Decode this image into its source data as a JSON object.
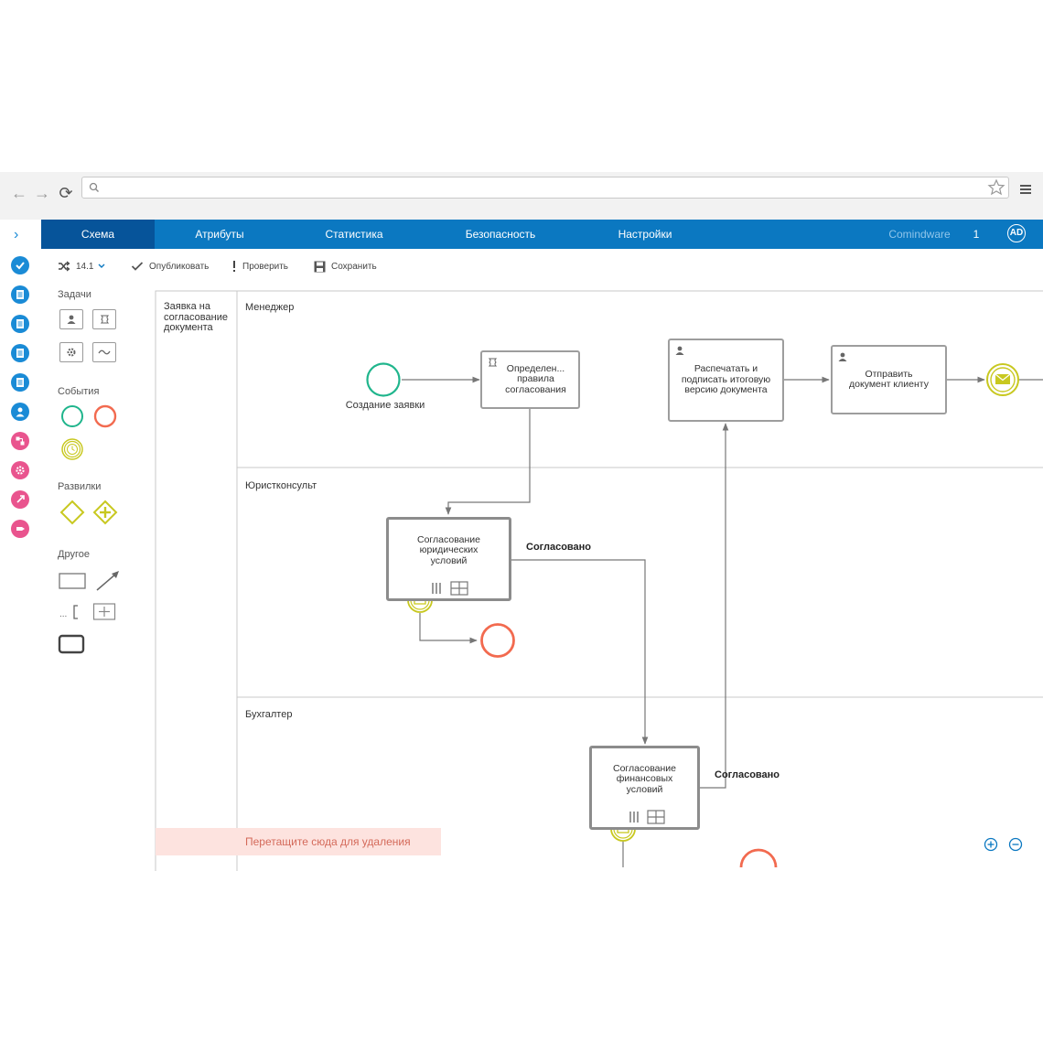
{
  "tabs": [
    {
      "label": "Схема"
    },
    {
      "label": "Атрибуты"
    },
    {
      "label": "Статистика"
    },
    {
      "label": "Безопасность"
    },
    {
      "label": "Настройки"
    }
  ],
  "header": {
    "brand": "Comindware",
    "counter": "1",
    "avatar": "AD"
  },
  "toolbar": {
    "version": "14.1",
    "publish": "Опубликовать",
    "check": "Проверить",
    "save": "Сохранить"
  },
  "palette": {
    "tasks": "Задачи",
    "events": "События",
    "gateways": "Развилки",
    "other": "Другое"
  },
  "pool": {
    "title": "Заявка на согласование документа"
  },
  "lanes": [
    {
      "label": "Менеджер"
    },
    {
      "label": "Юристконсульт"
    },
    {
      "label": "Бухгалтер"
    }
  ],
  "diagram": {
    "start_label": "Создание заявки",
    "task_rules": "Определен... правила согласования",
    "task_print": "Распечатать и подписать итоговую версию документа",
    "task_send": "Отправить документ клиенту",
    "sub_legal": "Согласование юридических условий",
    "sub_fin": "Согласование финансовых условий",
    "flow_legal": "Согласовано",
    "flow_fin": "Согласовано"
  },
  "trash": {
    "label": "Перетащите сюда для удаления"
  },
  "colors": {
    "nav": "#0b78c1",
    "nav_active": "#06549a",
    "start": "#1fb58c",
    "end": "#f26a4f",
    "message": "#c8c820",
    "rail": "#1a8bd6",
    "pink": "#e9548e"
  }
}
